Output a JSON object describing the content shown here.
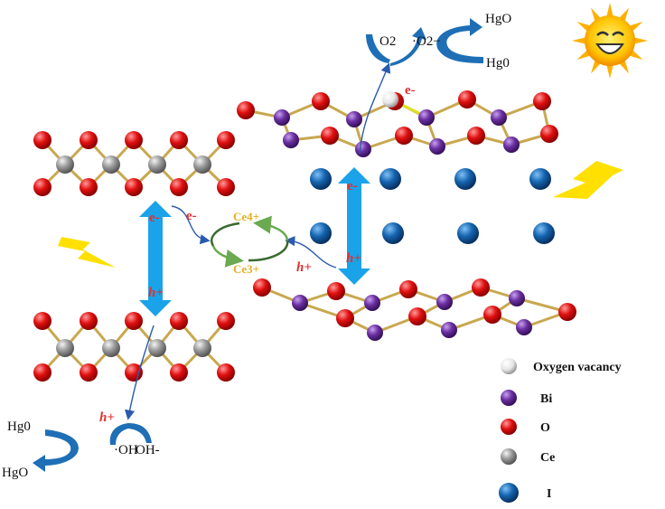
{
  "title": "Photocatalytic Hg0 oxidation mechanism over CeO2/BiOI with oxygen vacancies",
  "labels": {
    "o2": "O2",
    "superoxide": "·O2−",
    "hgo_top": "HgO",
    "hg0_top": "Hg0",
    "e_vacancy": "e-",
    "e_ceo2": "e-",
    "h_ceo2": "h+",
    "e_transfer": "e-",
    "ce4": "Ce4+",
    "ce3": "Ce3+",
    "h_transfer": "h+",
    "e_bioi": "e-",
    "h_bioi": "h+",
    "h_surface": "h+",
    "hydroxyl_radical": "·OH",
    "hydroxide": "OH-",
    "hg0_bottom": "Hg0",
    "hgo_bottom": "HgO"
  },
  "legend": [
    {
      "label": "Oxygen vacancy",
      "color": "#f0f0f0"
    },
    {
      "label": "Bi",
      "color": "#6a2fa0"
    },
    {
      "label": "O",
      "color": "#e01010"
    },
    {
      "label": "Ce",
      "color": "#9a9a9a"
    },
    {
      "label": "I",
      "color": "#1565b0"
    }
  ],
  "colors": {
    "arrow": "#1aa3e8",
    "curve": "#1e6fb5",
    "bond": "#c8a850"
  }
}
